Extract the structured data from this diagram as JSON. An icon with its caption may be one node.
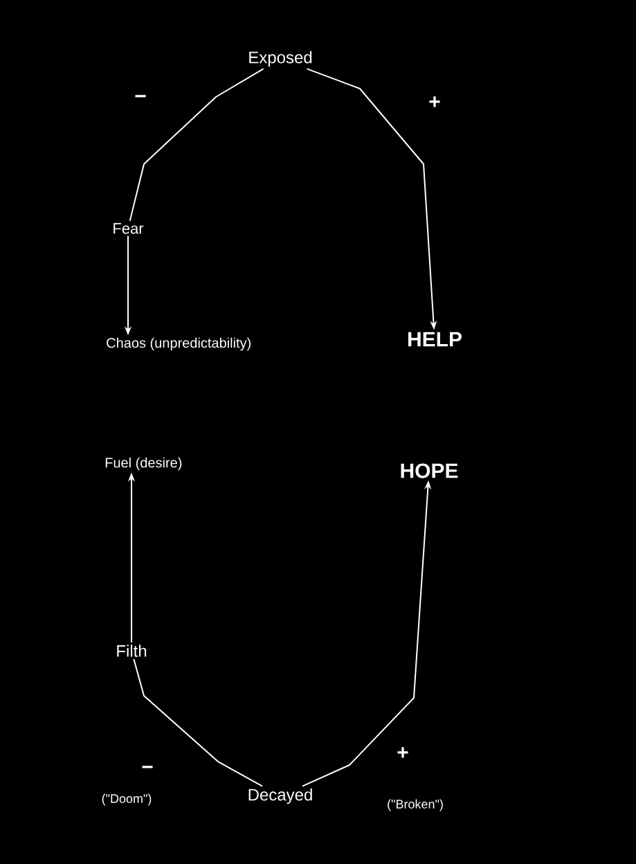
{
  "diagram": {
    "nodes": [
      {
        "text": [
          "Exposed"
        ]
      },
      {
        "text": [
          "Fear"
        ]
      },
      {
        "text": [
          "Chaos (unpredictability)"
        ]
      },
      {
        "text": [
          "HELP"
        ]
      },
      {
        "text": [
          "Fuel (desire)"
        ]
      },
      {
        "text": [
          "HOPE"
        ]
      },
      {
        "text": [
          "Filth"
        ]
      },
      {
        "text": [
          "Decayed"
        ]
      },
      {
        "text": [
          "(\"Doom\")"
        ]
      },
      {
        "text": [
          "(\"Broken\")"
        ]
      }
    ],
    "edges": [
      {
        "from": 0,
        "to": 1,
        "arrow": "none"
      },
      {
        "from": 0,
        "to": 3,
        "arrow": "to"
      },
      {
        "from": 1,
        "to": 2,
        "arrow": "to"
      },
      {
        "from": 6,
        "to": 4,
        "arrow": "to"
      },
      {
        "from": 6,
        "to": 7,
        "arrow": "none"
      },
      {
        "from": 7,
        "to": 5,
        "arrow": "to"
      }
    ],
    "labels": [
      "−",
      "+",
      "+",
      "−"
    ]
  }
}
